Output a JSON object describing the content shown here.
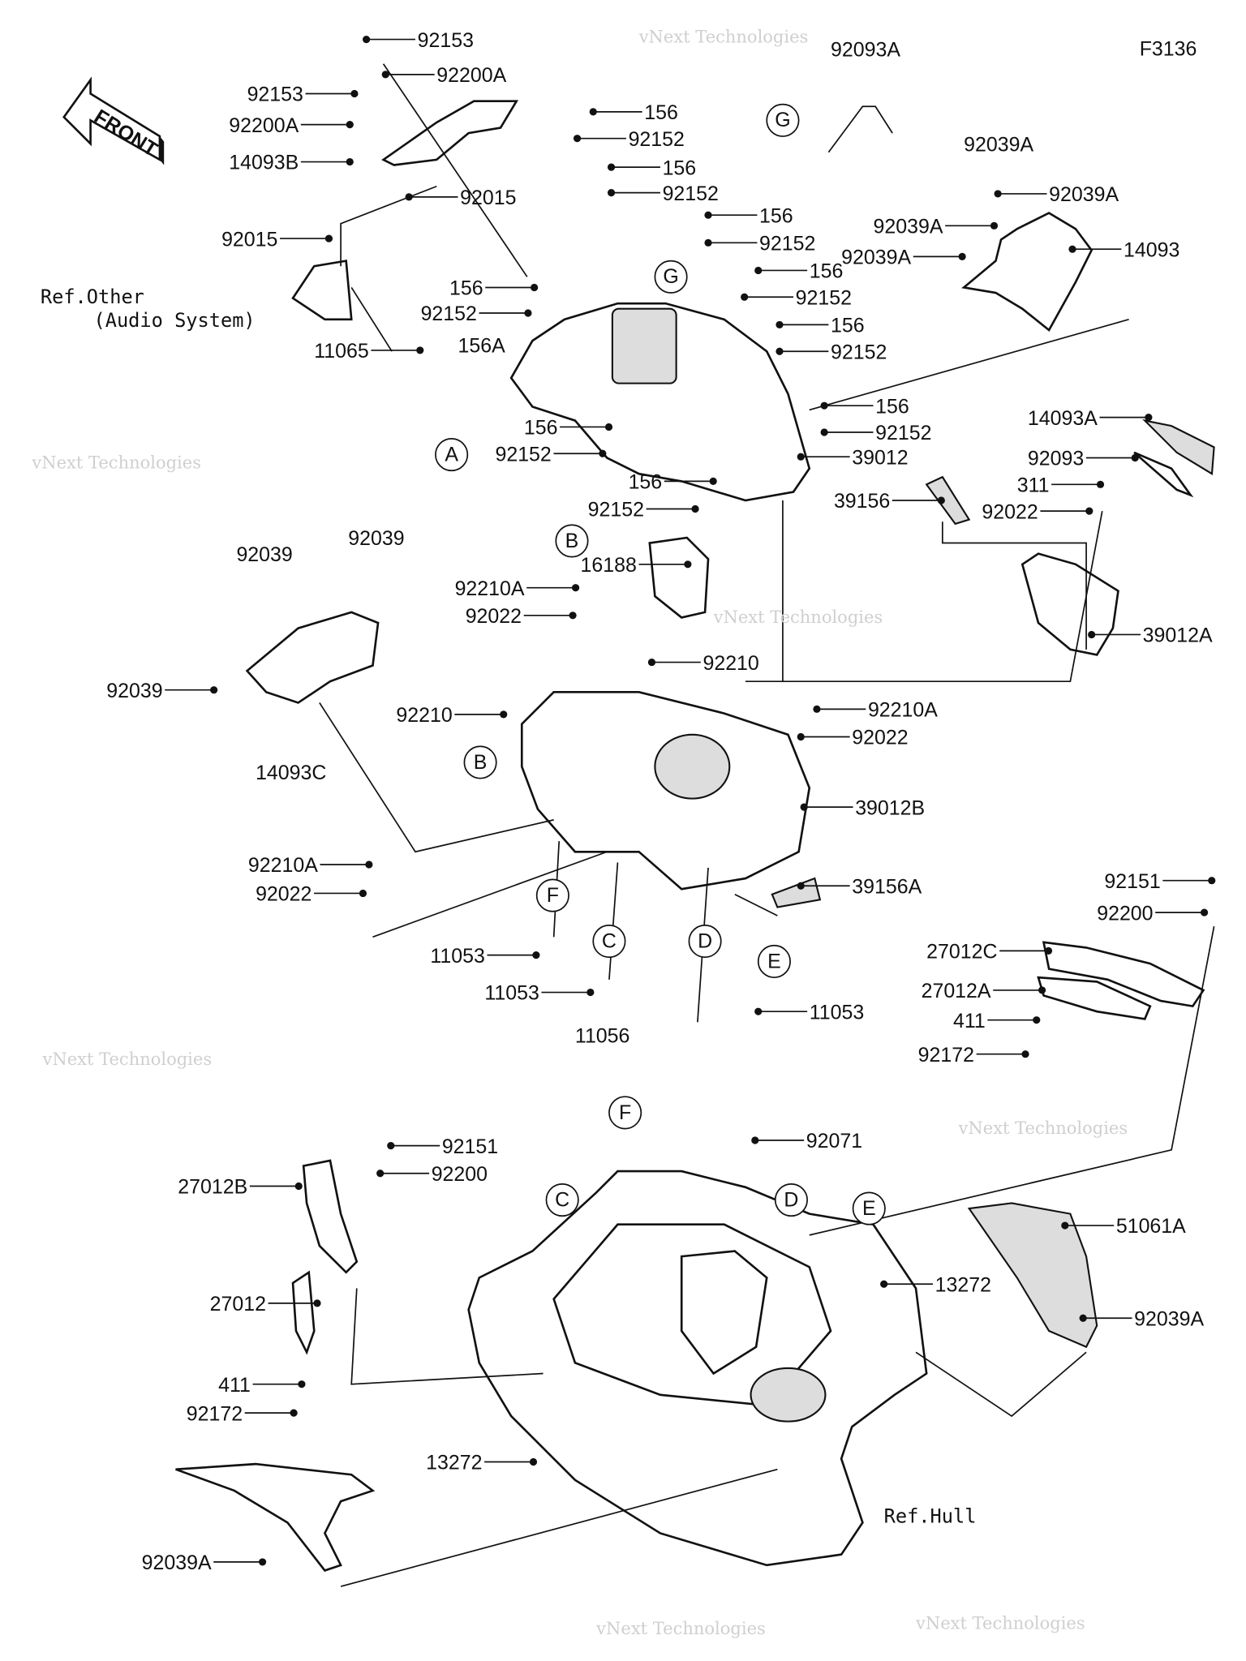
{
  "diagram_id": "F3136",
  "front_label": "FRONT",
  "refs": {
    "audio_1": "Ref.Other",
    "audio_2": "(Audio System)",
    "hull": "Ref.Hull"
  },
  "labels": [
    "92153",
    "92200A",
    "92153",
    "92200A",
    "14093B",
    "92015",
    "92015",
    "11065",
    "92093A",
    "92039A",
    "92039A",
    "92039A",
    "92039A",
    "14093",
    "156",
    "92152",
    "156",
    "92152",
    "156",
    "92152",
    "156",
    "92152",
    "156",
    "92152",
    "156",
    "92152",
    "39012",
    "156",
    "92152",
    "156A",
    "156",
    "92152",
    "156",
    "92152",
    "14093A",
    "92093",
    "311",
    "92022",
    "39156",
    "39012A",
    "92039",
    "92039",
    "92039",
    "14093C",
    "16188",
    "92210A",
    "92022",
    "92210",
    "92210",
    "92210A",
    "92022",
    "39012B",
    "39156A",
    "92210A",
    "92022",
    "11053",
    "11053",
    "11053",
    "11056",
    "92151",
    "92200",
    "27012C",
    "27012A",
    "411",
    "92172",
    "92071",
    "51061A",
    "13272",
    "92039A",
    "92151",
    "92200",
    "27012B",
    "27012",
    "411",
    "92172",
    "13272",
    "92039A"
  ],
  "circle_refs": [
    "G",
    "G",
    "A",
    "B",
    "B",
    "F",
    "C",
    "D",
    "E",
    "F",
    "C",
    "D",
    "E"
  ],
  "watermark": "vNext Technologies"
}
